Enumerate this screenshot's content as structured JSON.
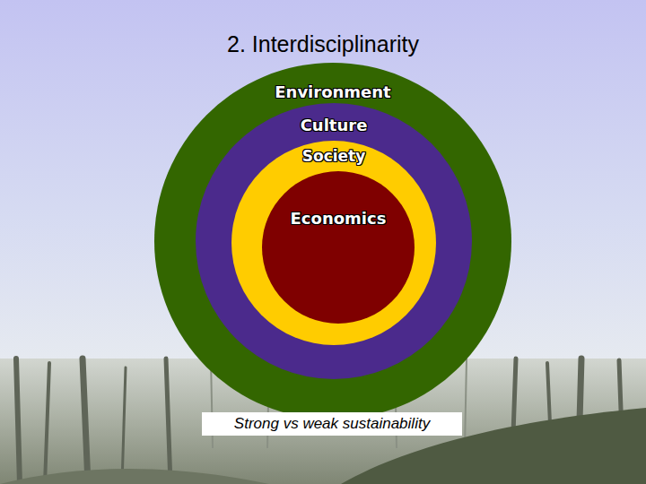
{
  "diagram": {
    "title": "2. Interdisciplinarity",
    "caption": "Strong vs weak sustainability",
    "nodes": [
      {
        "text": [
          "Environment"
        ]
      },
      {
        "text": [
          "Culture"
        ],
        "in": 0
      },
      {
        "text": [
          "Society"
        ],
        "in": 1
      },
      {
        "text": [
          "Economics"
        ],
        "in": 2
      }
    ]
  }
}
